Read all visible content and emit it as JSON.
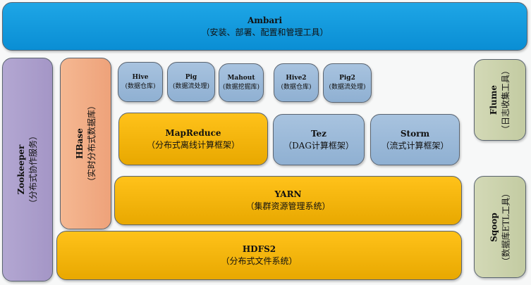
{
  "ambari": {
    "name": "Ambari",
    "desc": "（安装、部署、配置和管理工具）"
  },
  "zookeeper": {
    "name": "Zookeeper",
    "desc": "（分布式协作服务）"
  },
  "hbase": {
    "name": "HBase",
    "desc": "（实时分布式数据库）"
  },
  "apps": [
    {
      "name": "Hive",
      "desc": "(数据仓库)"
    },
    {
      "name": "Pig",
      "desc": "(数据流处理)"
    },
    {
      "name": "Mahout",
      "desc": "(数据挖掘库)"
    },
    {
      "name": "Hive2",
      "desc": "(数据仓库)"
    },
    {
      "name": "Pig2",
      "desc": "(数据流处理)"
    }
  ],
  "mapreduce": {
    "name": "MapReduce",
    "desc": "（分布式离线计算框架）"
  },
  "tez": {
    "name": "Tez",
    "desc": "（DAG计算框架）"
  },
  "storm": {
    "name": "Storm",
    "desc": "（流式计算框架）"
  },
  "yarn": {
    "name": "YARN",
    "desc": "（集群资源管理系统）"
  },
  "hdfs": {
    "name": "HDFS2",
    "desc": "（分布式文件系统）"
  },
  "flume": {
    "name": "Flume",
    "desc": "（日志收集工具）"
  },
  "sqoop": {
    "name": "Sqoop",
    "desc": "（数据库ETL工具）"
  }
}
